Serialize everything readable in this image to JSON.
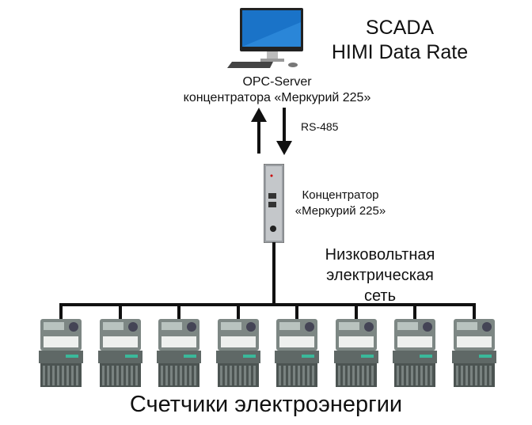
{
  "title": {
    "line1": "SCADA",
    "line2": "HIMI Data Rate"
  },
  "server": {
    "line1": "OPC-Server",
    "line2": "концентратора «Меркурий 225»",
    "icon": "desktop-computer-icon"
  },
  "link": {
    "label": "RS-485"
  },
  "concentrator": {
    "line1": "Концентратор",
    "line2": "«Меркурий 225»",
    "icon": "concentrator-device-icon"
  },
  "network": {
    "line1": "Низковольтная",
    "line2": "электрическая",
    "line3": "сеть"
  },
  "meters": {
    "caption": "Счетчики электроэнергии",
    "count": 8,
    "icon": "electricity-meter-icon"
  },
  "colors": {
    "line": "#111111",
    "meter_body": "#6f7876",
    "screen": "#1a73c8"
  }
}
